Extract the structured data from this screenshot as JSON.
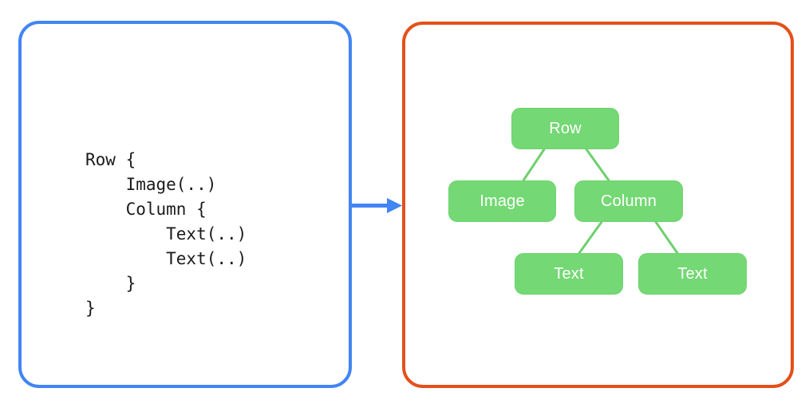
{
  "background_color": "#ffffff",
  "code_panel": {
    "border_color": "#4285f4",
    "code": "Row {\n    Image(..)\n    Column {\n        Text(..)\n        Text(..)\n    }\n}",
    "lines": [
      "Row {",
      "    Image(..)",
      "    Column {",
      "        Text(..)",
      "        Text(..)",
      "    }",
      "}"
    ]
  },
  "arrow": {
    "color": "#4285f4",
    "direction": "right",
    "icon": "arrow-right-icon"
  },
  "tree_panel": {
    "border_color": "#e4501a",
    "node_fill": "#74d874",
    "node_text_color": "#ffffff",
    "edge_color": "#6ed06e",
    "nodes": [
      {
        "id": "row",
        "label": "Row"
      },
      {
        "id": "image",
        "label": "Image"
      },
      {
        "id": "column",
        "label": "Column"
      },
      {
        "id": "text1",
        "label": "Text"
      },
      {
        "id": "text2",
        "label": "Text"
      }
    ],
    "edges": [
      {
        "from": "row",
        "to": "image"
      },
      {
        "from": "row",
        "to": "column"
      },
      {
        "from": "column",
        "to": "text1"
      },
      {
        "from": "column",
        "to": "text2"
      }
    ]
  }
}
